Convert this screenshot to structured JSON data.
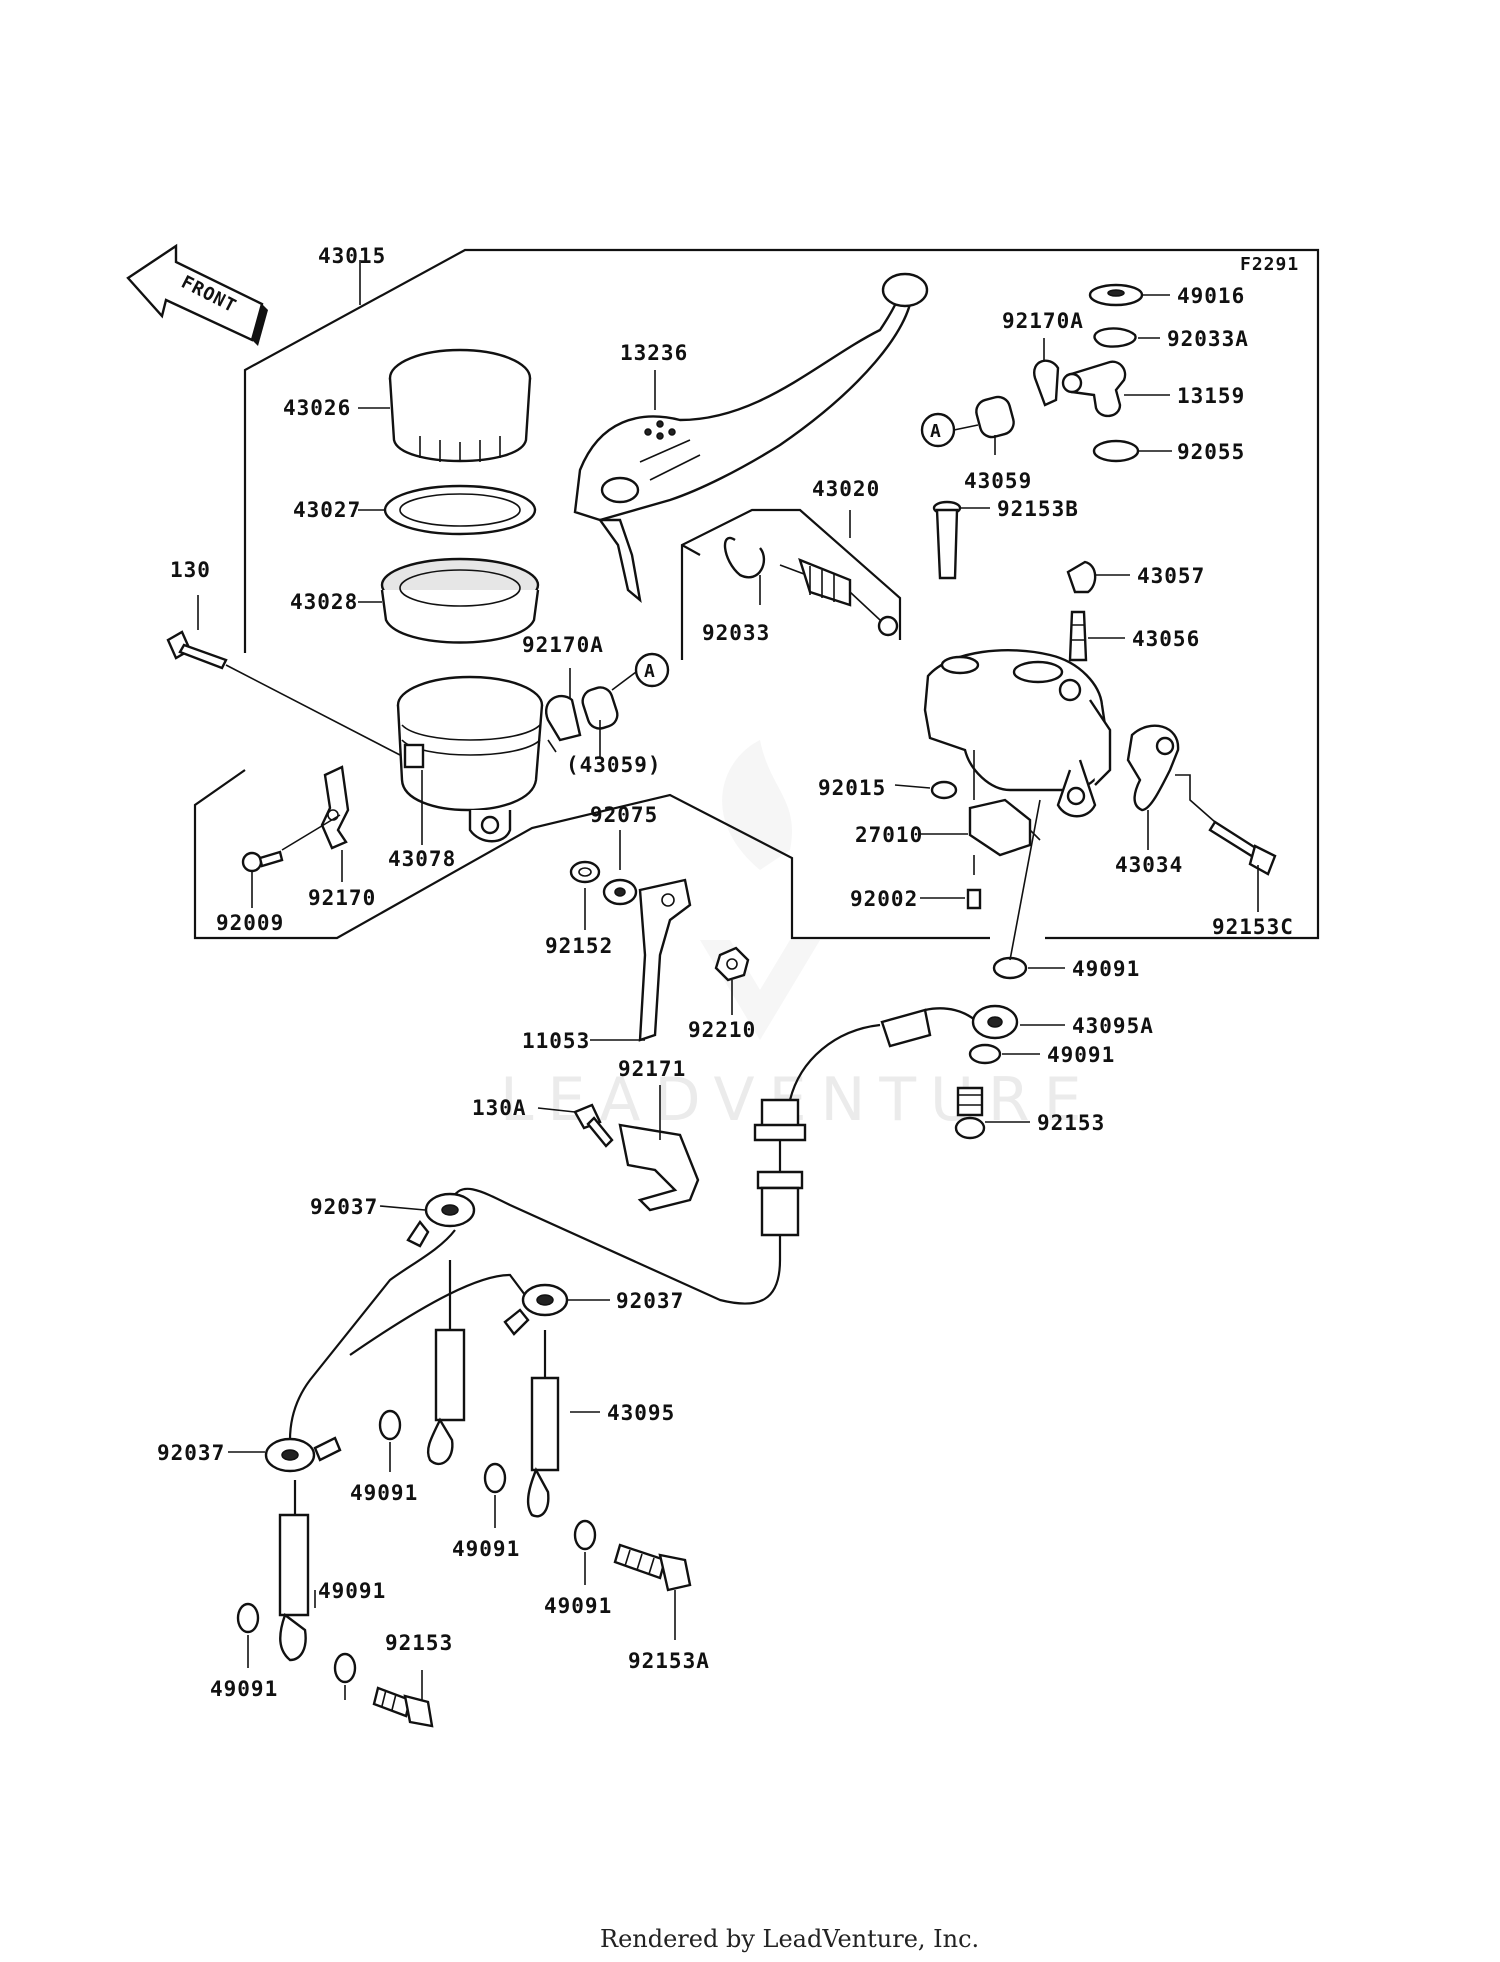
{
  "figure_code": "F2291",
  "front_arrow_label": "FRONT",
  "callout_marker": "A",
  "watermark": "LEADVENTURE",
  "footer": "Rendered by LeadVenture, Inc.",
  "parts": {
    "p43015": "43015",
    "p43026": "43026",
    "p43027": "43027",
    "p43028": "43028",
    "p130": "130",
    "p92170a_left": "92170A",
    "p43059_paren": "(43059)",
    "p43078": "43078",
    "p92170": "92170",
    "p92009": "92009",
    "p13236": "13236",
    "p43020": "43020",
    "p92033": "92033",
    "p92170a_top": "92170A",
    "p43059": "43059",
    "p49016": "49016",
    "p92033a": "92033A",
    "p13159": "13159",
    "p92055": "92055",
    "p92153b": "92153B",
    "p43057": "43057",
    "p43056": "43056",
    "p92015": "92015",
    "p27010": "27010",
    "p92002": "92002",
    "p43034": "43034",
    "p92153c": "92153C",
    "p92075": "92075",
    "p92152": "92152",
    "p11053": "11053",
    "p92210": "92210",
    "p49091_a": "49091",
    "p43095a": "43095A",
    "p49091_b": "49091",
    "p92153_a": "92153",
    "p92171": "92171",
    "p130a": "130A",
    "p92037_a": "92037",
    "p92037_b": "92037",
    "p92037_c": "92037",
    "p43095": "43095",
    "p49091_c": "49091",
    "p49091_d": "49091",
    "p49091_e": "49091",
    "p49091_f": "49091",
    "p49091_g": "49091",
    "p92153_b": "92153",
    "p92153a": "92153A"
  }
}
